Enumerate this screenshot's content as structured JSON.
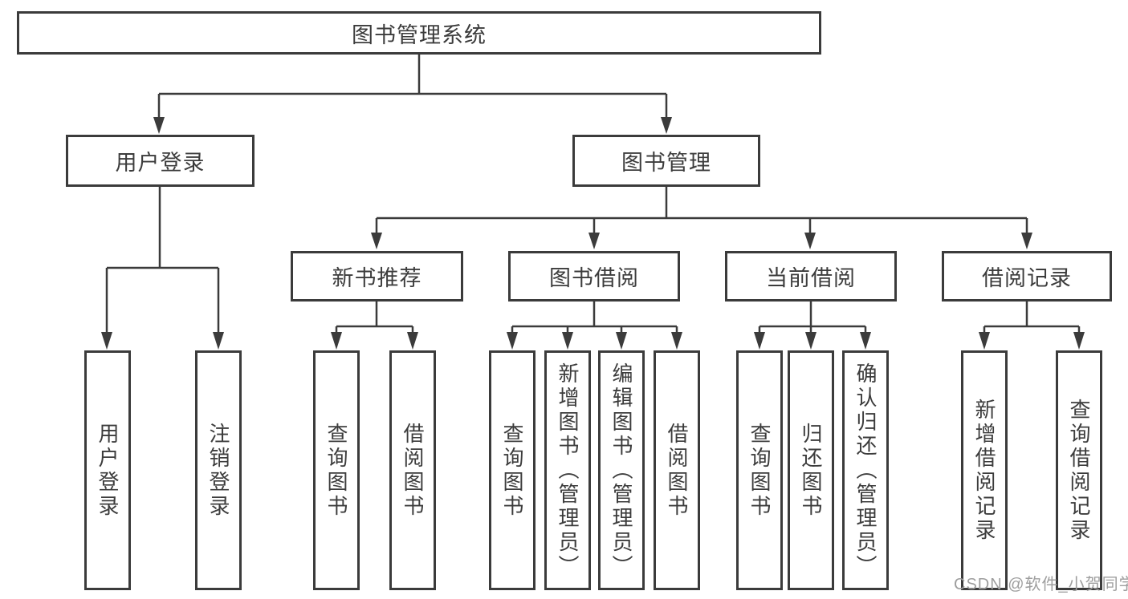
{
  "diagram": {
    "title_node": "图书管理系统",
    "root": "图书管理系统",
    "line_color": "#3b3b3b",
    "branches": [
      {
        "label": "用户登录",
        "children": [
          "用户登录",
          "注销登录"
        ]
      },
      {
        "label": "图书管理",
        "sections": [
          {
            "label": "新书推荐",
            "children": [
              "查询图书",
              "借阅图书"
            ]
          },
          {
            "label": "图书借阅",
            "children": [
              "查询图书",
              "新增图书（管理员）",
              "编辑图书（管理员）",
              "借阅图书"
            ]
          },
          {
            "label": "当前借阅",
            "children": [
              "查询图书",
              "归还图书",
              "确认归还（管理员）"
            ]
          },
          {
            "label": "借阅记录",
            "children": [
              "新增借阅记录",
              "查询借阅记录"
            ]
          }
        ]
      }
    ]
  },
  "watermark": {
    "text": "CSDN @软件_小贺同学",
    "color": "#9e9e9e"
  }
}
